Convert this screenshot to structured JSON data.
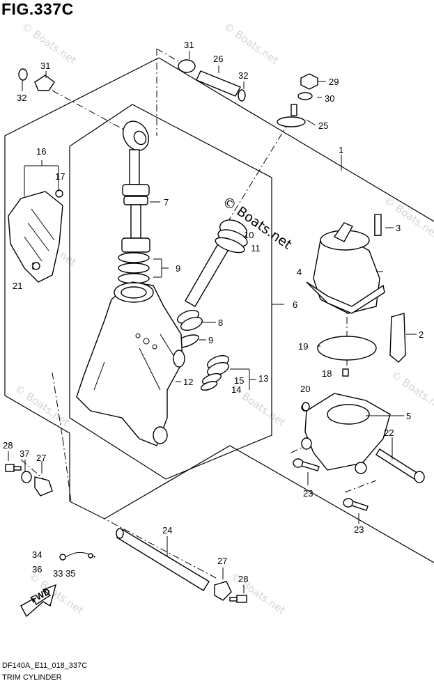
{
  "figure": {
    "title": "FIG.337C",
    "code": "DF140A_E11_018_337C",
    "caption": "TRIM CYLINDER"
  },
  "watermark": {
    "text": "© Boats.net",
    "center_text": "© Boats.net"
  },
  "fwd_label": "FWD",
  "callouts": {
    "c1": "1",
    "c2": "2",
    "c3": "3",
    "c4": "4",
    "c5": "5",
    "c6": "6",
    "c7": "7",
    "c8": "8",
    "c9a": "9",
    "c9b": "9",
    "c10": "10",
    "c11": "11",
    "c12": "12",
    "c13": "13",
    "c14": "14",
    "c15": "15",
    "c16": "16",
    "c17": "17",
    "c18": "18",
    "c19": "19",
    "c20": "20",
    "c21": "21",
    "c22": "22",
    "c23a": "23",
    "c23b": "23",
    "c24": "24",
    "c25": "25",
    "c26": "26",
    "c27a": "27",
    "c27b": "27",
    "c28a": "28",
    "c28b": "28",
    "c29": "29",
    "c30": "30",
    "c31a": "31",
    "c31b": "31",
    "c32a": "32",
    "c32b": "32",
    "c33_35": "33 35",
    "c34": "34",
    "c36": "36",
    "c37": "37"
  }
}
